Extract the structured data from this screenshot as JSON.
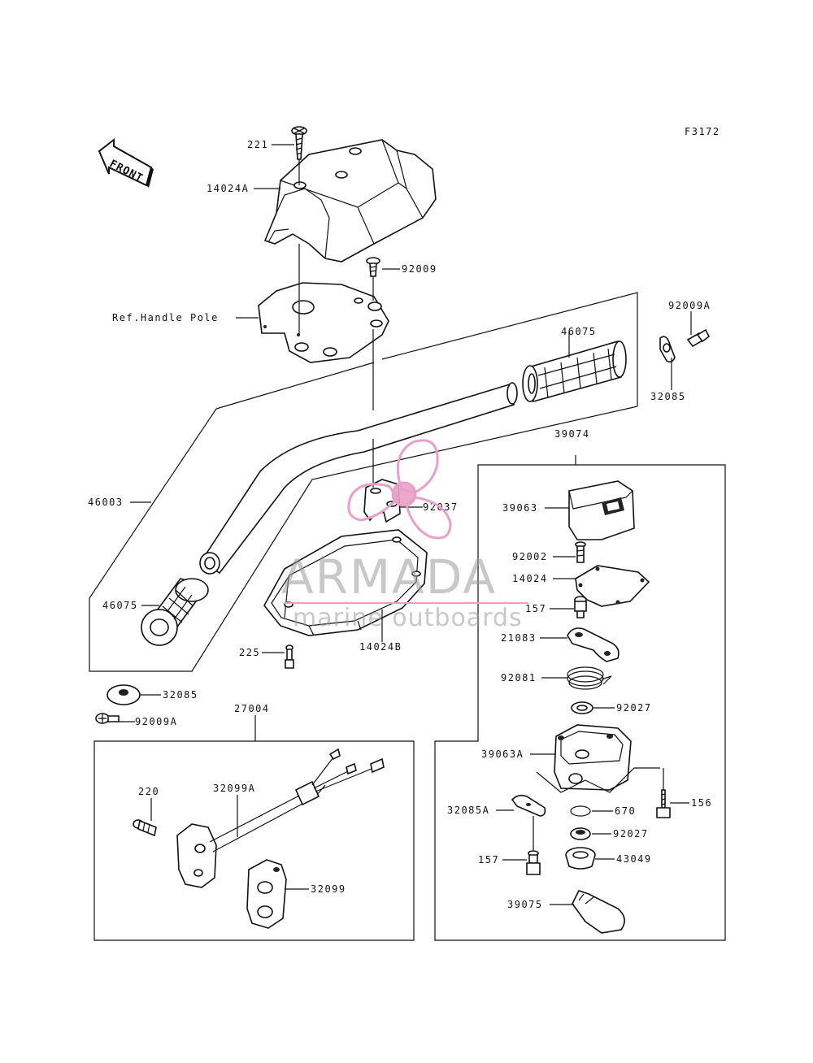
{
  "figure_code": "F3172",
  "front_arrow_label": "FRONT",
  "reference_label": "Ref.Handle Pole",
  "part_labels": {
    "p221": "221",
    "p14024A": "14024A",
    "p92009": "92009",
    "p92009A_top": "92009A",
    "p46075_right": "46075",
    "p32085_right": "32085",
    "p39074": "39074",
    "p46003": "46003",
    "p92037": "92037",
    "p39063": "39063",
    "p92002": "92002",
    "p14024": "14024",
    "p157_top": "157",
    "p21083": "21083",
    "p46075_left": "46075",
    "p225": "225",
    "p14024B": "14024B",
    "p92081": "92081",
    "p92027_a": "92027",
    "p32085_left": "32085",
    "p92009A_left": "92009A",
    "p27004": "27004",
    "p39063A": "39063A",
    "p220": "220",
    "p32099A": "32099A",
    "p156": "156",
    "p32085A": "32085A",
    "p670": "670",
    "p92027_b": "92027",
    "p157_bottom": "157",
    "p43049": "43049",
    "p32099": "32099",
    "p39075": "39075"
  },
  "watermark": {
    "brand": "ARMADA",
    "tagline": "marine outboards",
    "accent_color": "#e8a0c8"
  }
}
